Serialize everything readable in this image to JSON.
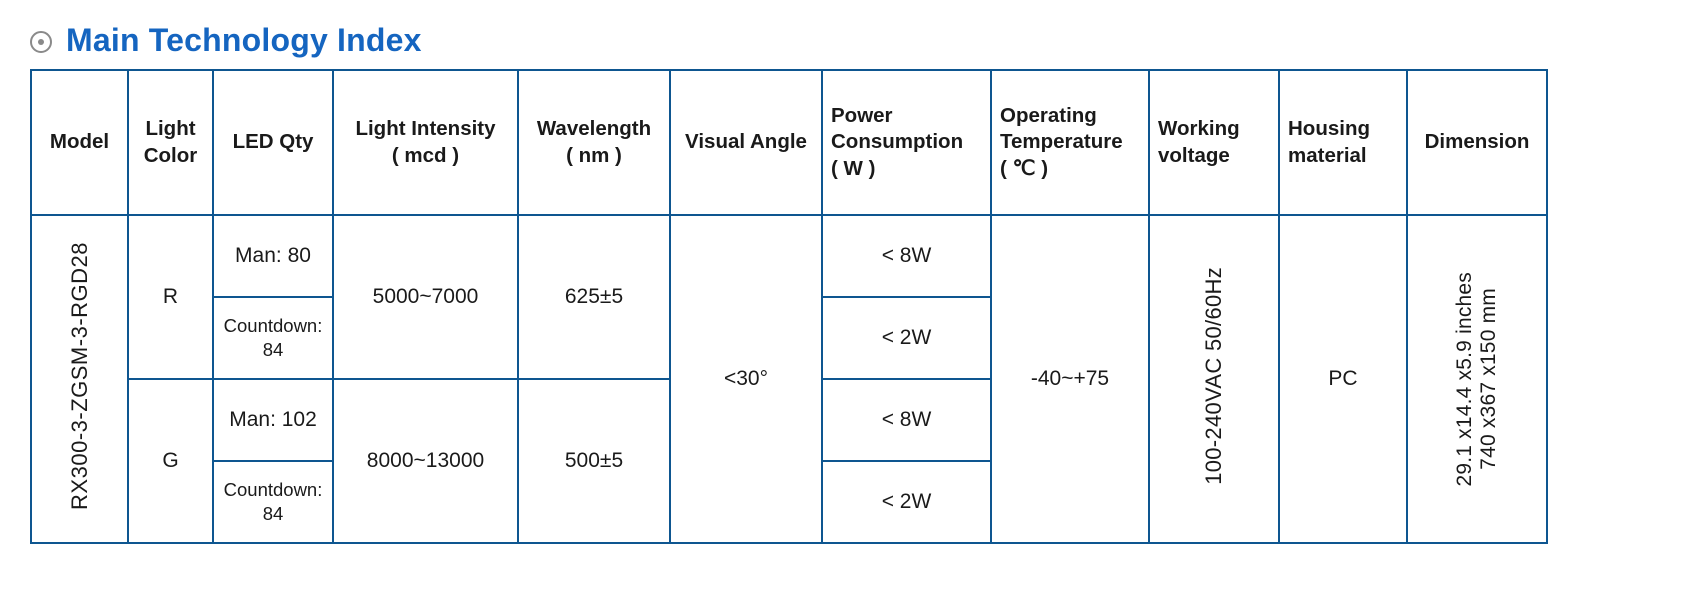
{
  "header": {
    "bullet_icon": "double-circle-icon",
    "title": "Main Technology Index",
    "title_color": "#1565c0",
    "border_color": "#0e5690"
  },
  "table": {
    "columns": [
      "Model",
      "Light Color",
      "LED Qty",
      "Light Intensity ( mcd )",
      "Wavelength ( nm )",
      "Visual Angle",
      "Power Consumption ( W )",
      "Operating Temperature ( ℃ )",
      "Working voltage",
      "Housing material",
      "Dimension"
    ],
    "columns_lines": {
      "model": [
        "Model"
      ],
      "light_color": [
        "Light",
        "Color"
      ],
      "led_qty": [
        "LED Qty"
      ],
      "light_intensity": [
        "Light Intensity",
        "( mcd )"
      ],
      "wavelength": [
        "Wavelength",
        "( nm )"
      ],
      "visual_angle": [
        "Visual Angle"
      ],
      "power_consumption": [
        "Power",
        "Consumption",
        "( W )"
      ],
      "operating_temperature": [
        "Operating",
        "Temperature",
        "( ℃ )"
      ],
      "working_voltage": [
        "Working",
        "voltage"
      ],
      "housing_material": [
        "Housing",
        "material"
      ],
      "dimension": [
        "Dimension"
      ]
    },
    "body": {
      "model": "RX300-3-ZGSM-3-RGD28",
      "visual_angle": "<30°",
      "operating_temperature": "-40~+75",
      "working_voltage": "100-240VAC 50/60Hz",
      "housing_material": "PC",
      "dimension_line1": "740 x367 x150 mm",
      "dimension_line2": "29.1 x14.4 x5.9 inches",
      "groups": [
        {
          "light_color": "R",
          "led_qty_main": "Man: 80",
          "led_qty_countdown": "Countdown: 84",
          "light_intensity": "5000~7000",
          "wavelength": "625±5",
          "power_main": "< 8W",
          "power_countdown": "< 2W"
        },
        {
          "light_color": "G",
          "led_qty_main": "Man: 102",
          "led_qty_countdown": "Countdown: 84",
          "light_intensity": "8000~13000",
          "wavelength": "500±5",
          "power_main": "< 8W",
          "power_countdown": "< 2W"
        }
      ]
    }
  }
}
